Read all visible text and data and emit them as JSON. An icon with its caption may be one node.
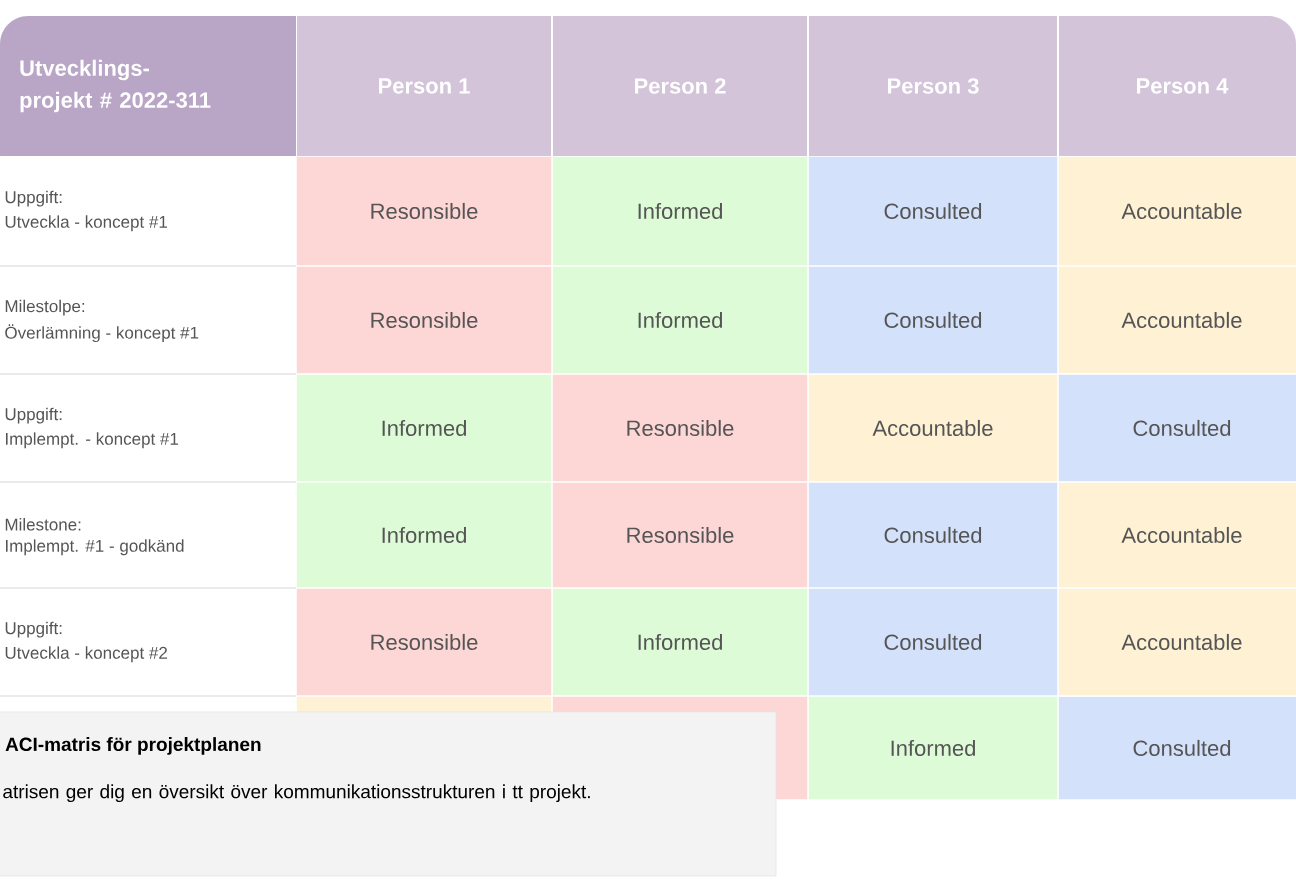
{
  "diagram": {
    "labels": [
      "Utvecklings- projekt # 2022-311",
      "Person 1",
      "Person 2",
      "Person 3",
      "Person 4",
      "Uppgift:",
      "Utveckla - koncept #1",
      "Resonsible",
      "Informed",
      "Consulted",
      "Accountable",
      "Milestolpe:",
      "Överlämning - koncept #1",
      "Resonsible",
      "Informed",
      "Consulted",
      "Accountable",
      "Uppgift:",
      "Implempt. - koncept #1",
      "Informed",
      "Resonsible",
      "Accountable",
      "Consulted",
      "Milestone:",
      "Implempt. #1 - godkänd",
      "Informed",
      "Resonsible",
      "Consulted",
      "Accountable",
      "Uppgift:",
      "Utveckla - koncept #2",
      "Resonsible",
      "Informed",
      "Consulted",
      "Accountable",
      "ACI-matris för projektplanen",
      "Informed",
      "Consulted",
      "atrisen ger dig en översikt över kommunikationsstrukturen i tt projekt."
    ]
  }
}
